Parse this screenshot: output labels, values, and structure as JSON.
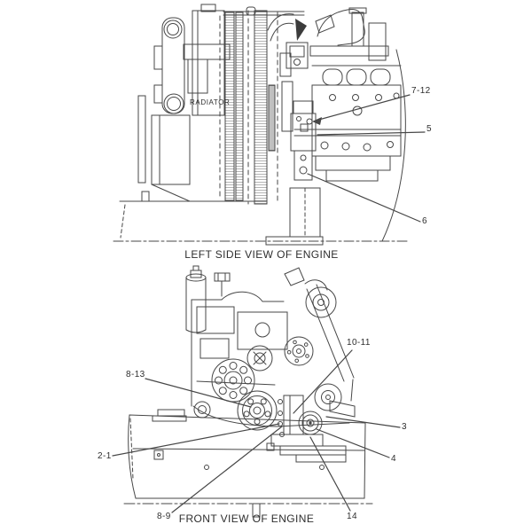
{
  "figure_top": {
    "caption": "LEFT SIDE VIEW OF ENGINE",
    "radiator_label": "RADIATOR",
    "callouts": [
      {
        "id": "7-12",
        "label": "7-12"
      },
      {
        "id": "5",
        "label": "5"
      },
      {
        "id": "6",
        "label": "6"
      }
    ]
  },
  "figure_bottom": {
    "caption": "FRONT VIEW OF ENGINE",
    "callouts": [
      {
        "id": "8-13",
        "label": "8-13"
      },
      {
        "id": "2-1",
        "label": "2-1"
      },
      {
        "id": "8-9",
        "label": "8-9"
      },
      {
        "id": "10-11",
        "label": "10-11"
      },
      {
        "id": "3",
        "label": "3"
      },
      {
        "id": "4",
        "label": "4"
      },
      {
        "id": "14",
        "label": "14"
      }
    ]
  },
  "colors": {
    "line": "#474747",
    "text": "#2e2e2e",
    "background": "#ffffff"
  }
}
